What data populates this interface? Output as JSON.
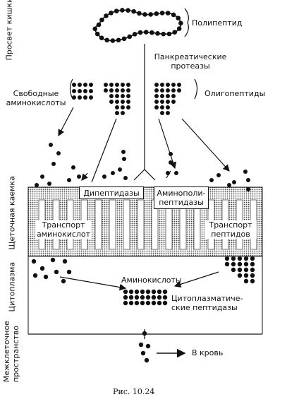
{
  "labels": {
    "lumen": "Просвет кишки",
    "polypeptide": "Полипептид",
    "pancreatic_proteases_line1": "Панкреатические",
    "pancreatic_proteases_line2": "протеазы",
    "free_amino_acids_line1": "Свободные",
    "free_amino_acids_line2": "аминокислоты",
    "oligopeptides": "Олигопептиды",
    "brush_border": "Щеточная каемка",
    "dipeptidases": "Дипептидазы",
    "aminopolypeptidases_line1": "Аминополи-",
    "aminopolypeptidases_line2": "пептидазы",
    "aa_transport_line1": "Транспорт",
    "aa_transport_line2": "аминокислот",
    "peptide_transport_line1": "Транспорт",
    "peptide_transport_line2": "пептидов",
    "cytoplasm": "Цитоплазма",
    "amino_acids": "Аминокислоты",
    "cytoplasmic_peptidases_line1": "Цитоплазматиче-",
    "cytoplasmic_peptidases_line2": "ские пептидазы",
    "interstitial_line1": "Межклеточное",
    "interstitial_line2": "пространство",
    "to_blood": "В кровь",
    "caption": "Рис. 10.24"
  }
}
